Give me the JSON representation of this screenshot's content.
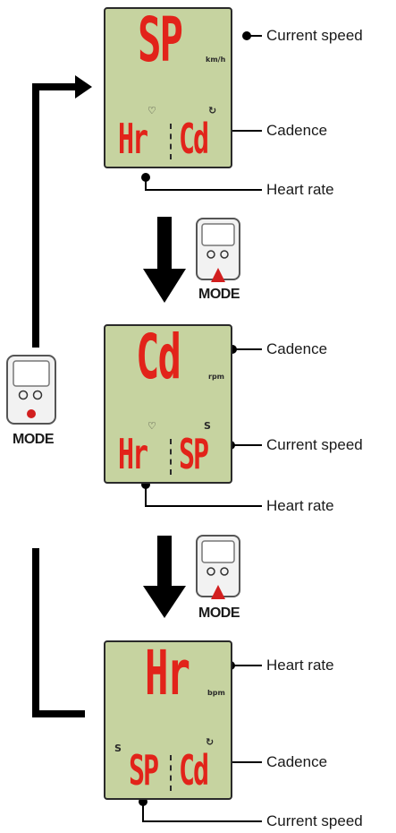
{
  "screens": [
    {
      "top_value": "SP",
      "top_unit": "km/h",
      "bottom_left_value": "Hr",
      "bottom_right_value": "Cd",
      "callouts": {
        "top": "Current speed",
        "right": "Cadence",
        "bottom": "Heart rate"
      }
    },
    {
      "top_value": "Cd",
      "top_unit": "rpm",
      "bottom_left_value": "Hr",
      "bottom_right_value": "SP",
      "bottom_right_symbol": "S",
      "callouts": {
        "top": "Cadence",
        "right": "Current speed",
        "bottom": "Heart rate"
      }
    },
    {
      "top_value": "Hr",
      "top_unit": "bpm",
      "bottom_left_value": "SP",
      "bottom_left_symbol": "S",
      "bottom_right_value": "Cd",
      "callouts": {
        "top": "Heart rate",
        "right": "Cadence",
        "bottom": "Current speed"
      }
    }
  ],
  "mode_button_label": "MODE",
  "colors": {
    "lcd": "#c6d3a0",
    "segment": "#e2231a",
    "line": "#000000",
    "button": "#d21f1f"
  },
  "icons": [
    "heart-icon",
    "cadence-icon",
    "speed-s-icon",
    "mode-button-icon",
    "arrow-down-icon",
    "loop-arrow-icon"
  ]
}
